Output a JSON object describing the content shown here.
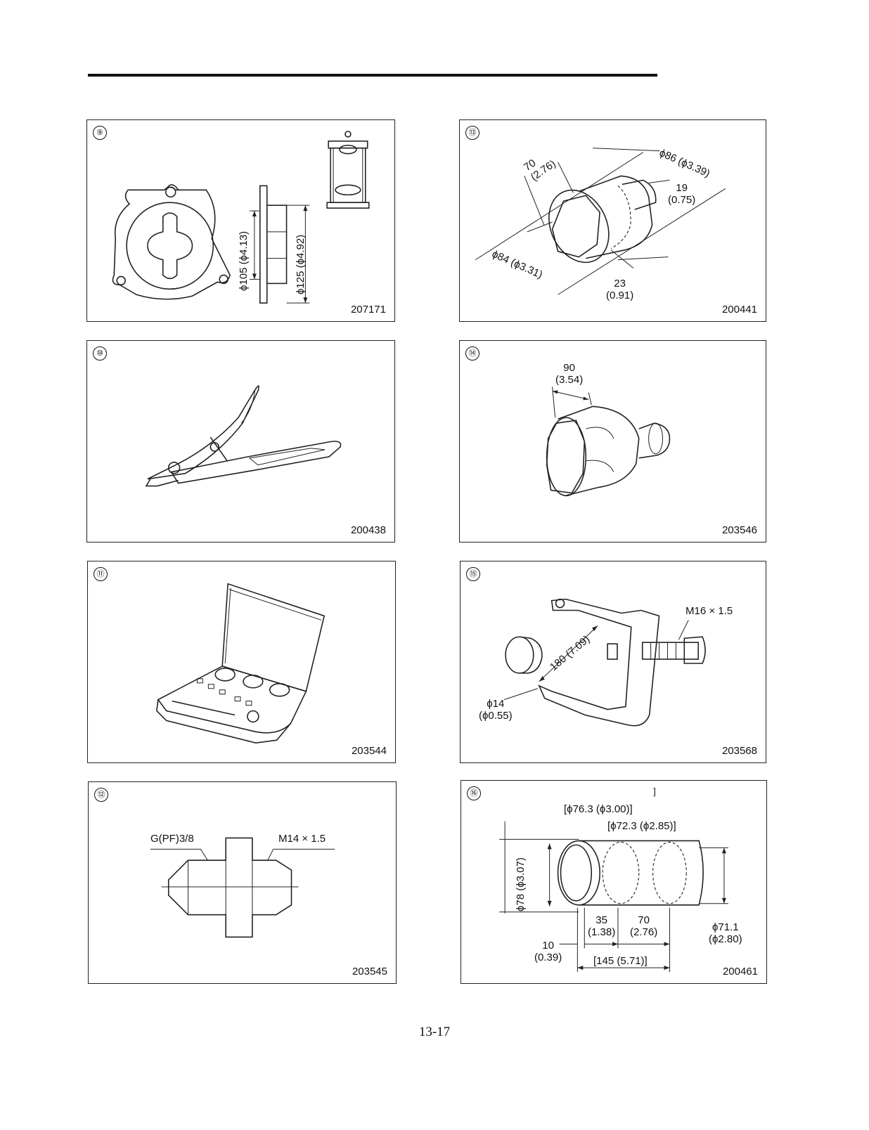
{
  "page": {
    "number": "13-17"
  },
  "panels": [
    {
      "id": "9",
      "number": "⑨",
      "code": "207171",
      "labels": {
        "dia_small": "ϕ105 (ϕ4.13)",
        "dia_large": "ϕ125 (ϕ4.92)"
      }
    },
    {
      "id": "10",
      "number": "⑩",
      "code": "200438"
    },
    {
      "id": "11",
      "number": "⑪",
      "code": "203544"
    },
    {
      "id": "12",
      "number": "⑫",
      "code": "203545",
      "labels": {
        "thread_left": "G(PF)3/8",
        "thread_right": "M14 × 1.5"
      }
    },
    {
      "id": "13",
      "number": "⑬",
      "code": "200441",
      "labels": {
        "len_70": "70\n(2.76)",
        "dia_86": "ϕ86 (ϕ3.39)",
        "len_19": "19\n(0.75)",
        "dia_84": "ϕ84 (ϕ3.31)",
        "len_23": "23\n(0.91)"
      }
    },
    {
      "id": "14",
      "number": "⑭",
      "code": "203546",
      "labels": {
        "len_90": "90\n(3.54)"
      }
    },
    {
      "id": "15",
      "number": "⑮",
      "code": "203568",
      "labels": {
        "thread": "M16 × 1.5",
        "len_180": "180 (7.09)",
        "dia_14": "ϕ14\n(ϕ0.55)"
      }
    },
    {
      "id": "16",
      "number": "⑯",
      "code": "200461",
      "labels": {
        "bracket": "]",
        "dia_763": "[ϕ76.3 (ϕ3.00)]",
        "dia_723": "[ϕ72.3 (ϕ2.85)]",
        "dia_78": "ϕ78 (ϕ3.07)",
        "len_35": "35\n(1.38)",
        "len_70": "70\n(2.76)",
        "len_10": "10\n(0.39)",
        "len_145": "[145 (5.71)]",
        "dia_711": "ϕ71.1\n(ϕ2.80)"
      }
    }
  ]
}
